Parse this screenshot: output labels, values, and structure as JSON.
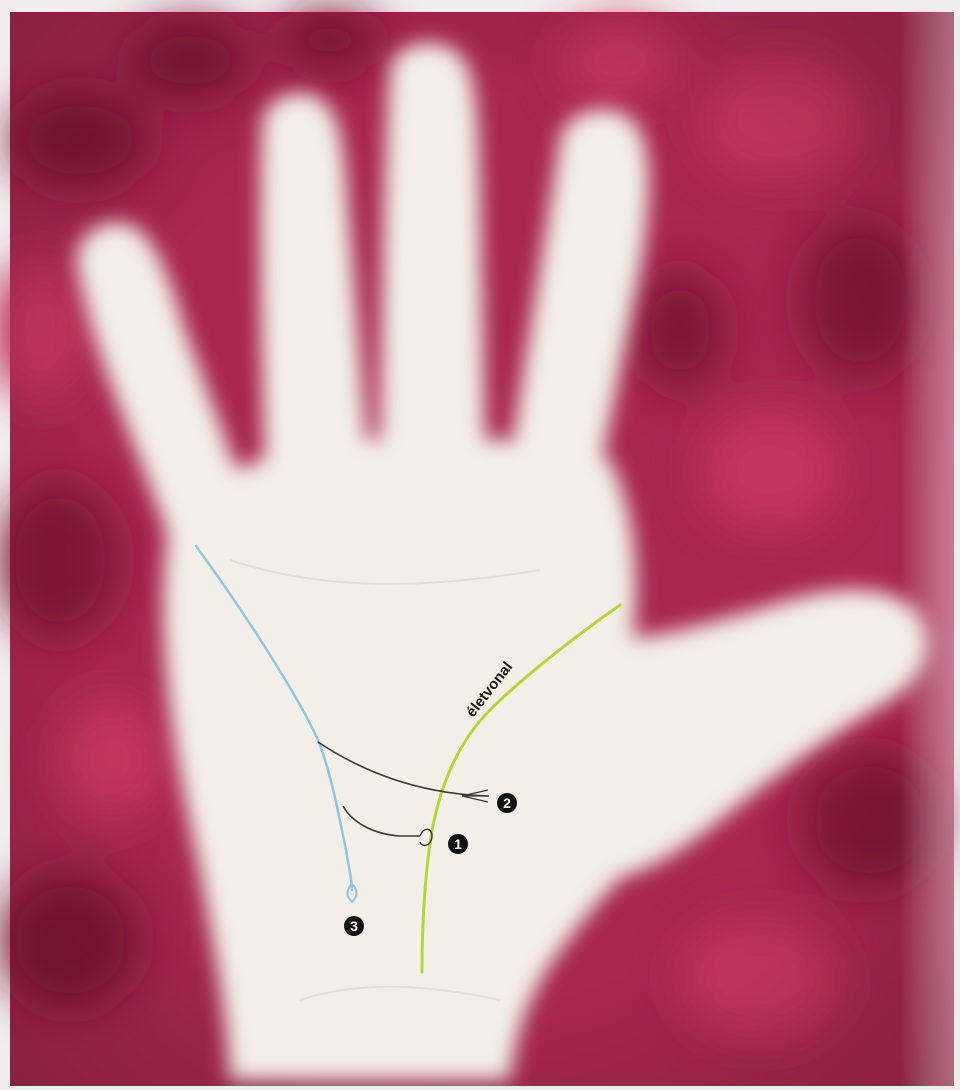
{
  "photo": {
    "background_color": "#a8264f",
    "background_dark": "#7e1636",
    "background_light": "#c4345c",
    "skin_color": "#f3efe8",
    "skin_shade": "#e4d8cc"
  },
  "lines": {
    "life_line": {
      "label": "életvonal",
      "color": "#b4d634"
    },
    "blue_line": {
      "color": "#8ec6dd"
    },
    "branch_color": "#3a3a3a"
  },
  "markers": [
    {
      "id": "1",
      "glyph": "1"
    },
    {
      "id": "2",
      "glyph": "2"
    },
    {
      "id": "3",
      "glyph": "3"
    }
  ],
  "marker_color": "#111111",
  "marker_text_color": "#ffffff"
}
